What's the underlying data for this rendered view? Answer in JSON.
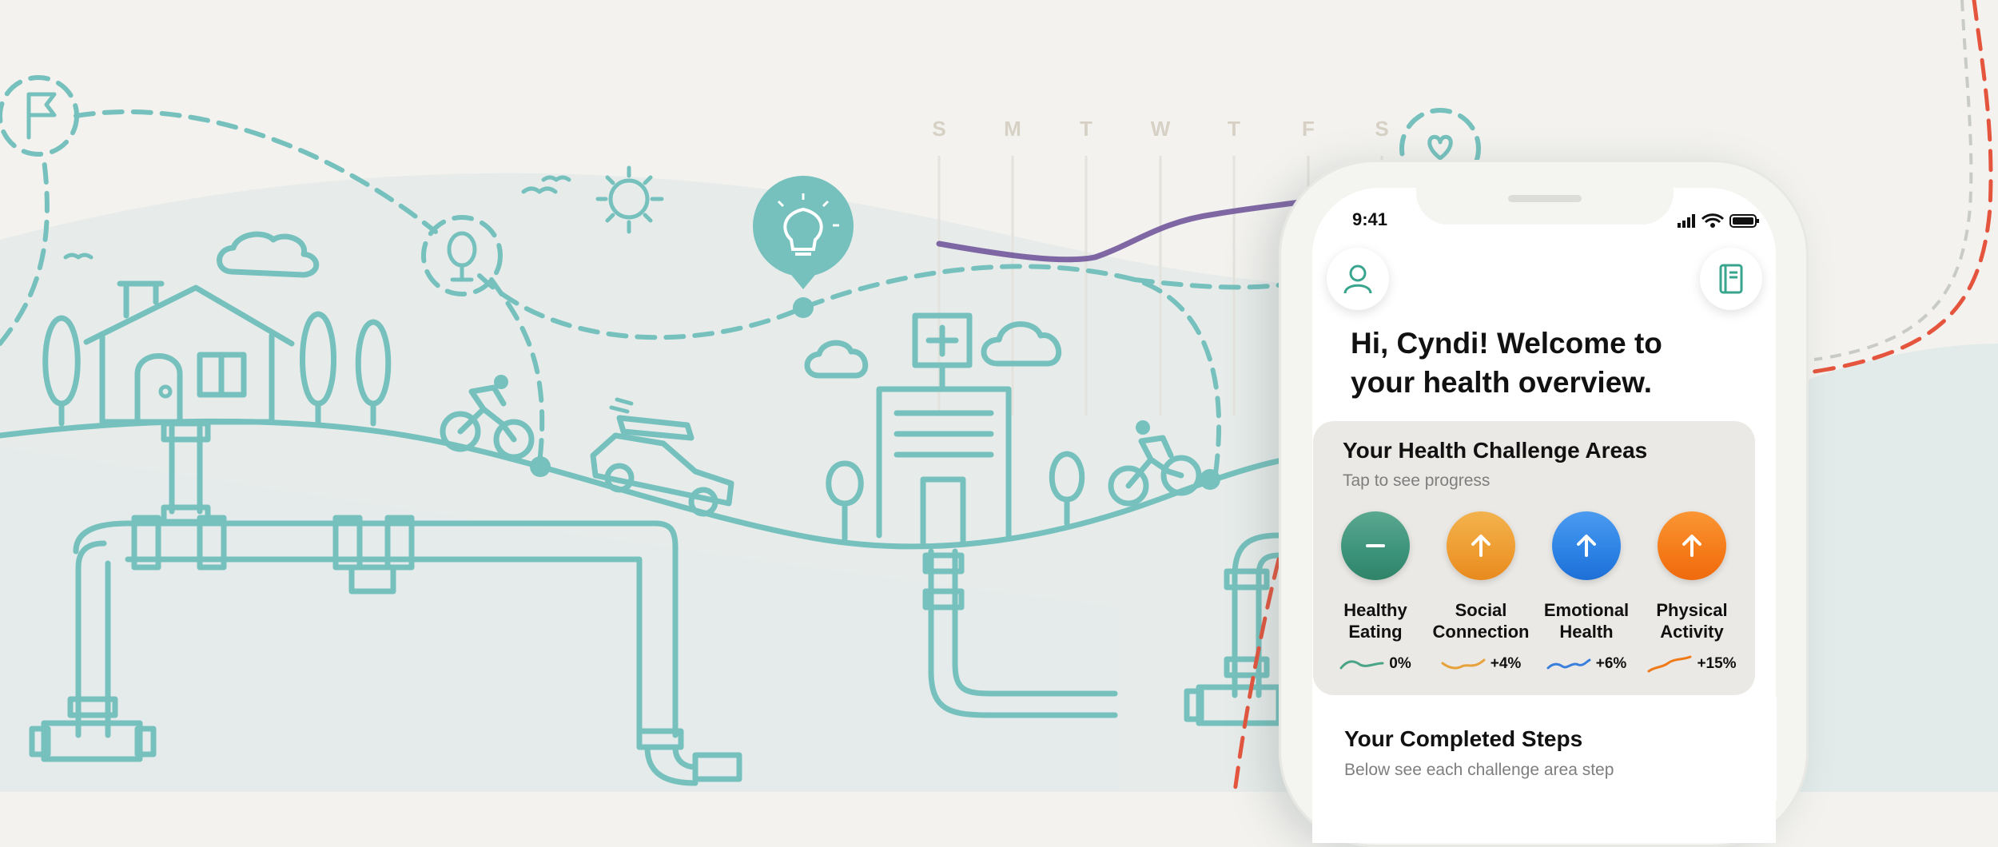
{
  "calendar": {
    "days": [
      "S",
      "M",
      "T",
      "W",
      "T",
      "F",
      "S"
    ]
  },
  "status_bar": {
    "time": "9:41"
  },
  "greeting": {
    "line1": "Hi, Cyndi! Welcome to",
    "line2": "your health overview."
  },
  "challenge_card": {
    "title": "Your Health Challenge Areas",
    "subtitle": "Tap to see progress",
    "areas": [
      {
        "name_line1": "Healthy",
        "name_line2": "Eating",
        "change": "0%",
        "trend": "flat",
        "icon": "minus-icon",
        "color": "#3f9a80",
        "trend_color": "#4aa487"
      },
      {
        "name_line1": "Social",
        "name_line2": "Connection",
        "change": "+4%",
        "trend": "up",
        "icon": "arrow-up-icon",
        "color": "#f1a23a",
        "trend_color": "#e8a23c"
      },
      {
        "name_line1": "Emotional",
        "name_line2": "Health",
        "change": "+6%",
        "trend": "up",
        "icon": "arrow-up-icon",
        "color": "#2d83e6",
        "trend_color": "#3b7fdc"
      },
      {
        "name_line1": "Physical",
        "name_line2": "Activity",
        "change": "+15%",
        "trend": "up",
        "icon": "arrow-up-icon",
        "color": "#f67d1a",
        "trend_color": "#ef7a1a"
      }
    ]
  },
  "steps_card": {
    "title": "Your Completed Steps",
    "subtitle": "Below see each challenge area step"
  },
  "colors": {
    "illustration": "#76c1bd",
    "route_red": "#e5553e",
    "chart_line": "#6a4f96"
  }
}
